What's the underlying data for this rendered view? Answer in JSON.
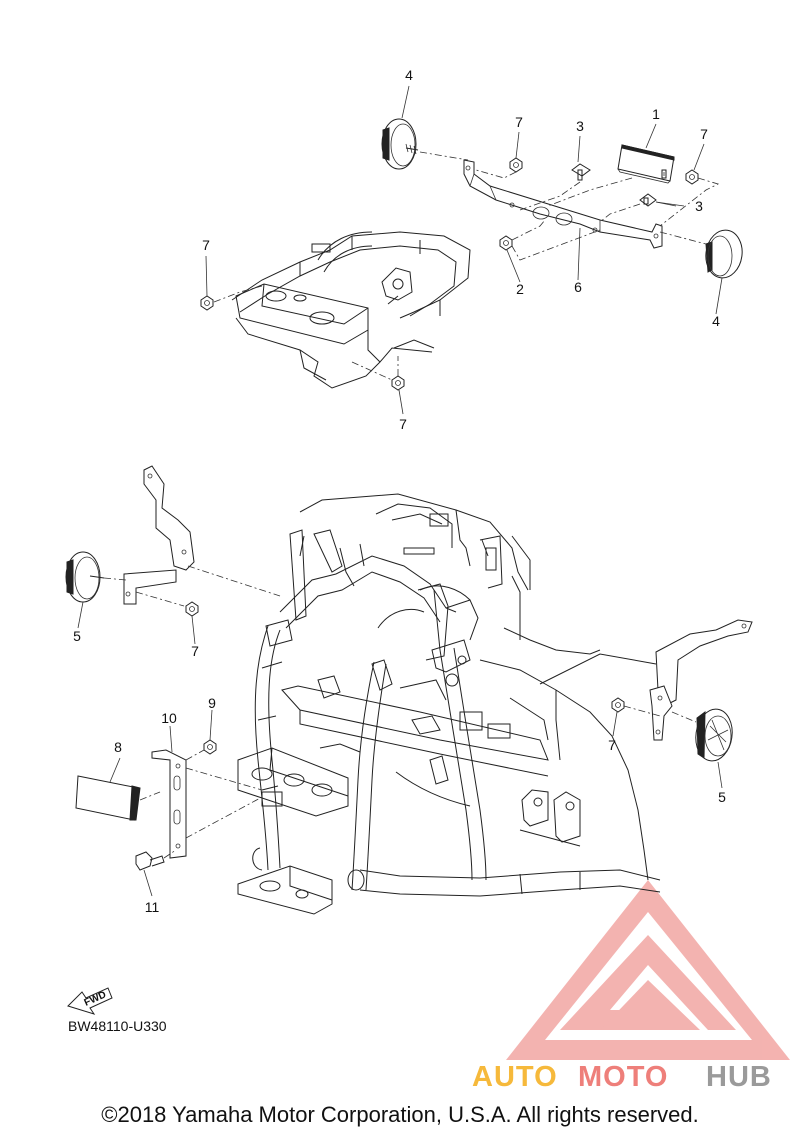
{
  "diagram": {
    "callouts": {
      "c1": "1",
      "c2": "2",
      "c3a": "3",
      "c3b": "3",
      "c4a": "4",
      "c4b": "4",
      "c5a": "5",
      "c5b": "5",
      "c6": "6",
      "c7a": "7",
      "c7b": "7",
      "c7c": "7",
      "c7d": "7",
      "c7e": "7",
      "c7f": "7",
      "c8": "8",
      "c9": "9",
      "c10": "10",
      "c11": "11"
    },
    "fwd_label": "FWD",
    "reference_code": "BW48110-U330"
  },
  "watermark": {
    "auto": "AUTO",
    "moto": "MOTO",
    "hub": "HUB",
    "colors": {
      "auto": "#f6b93b",
      "moto": "#ee7f7a",
      "hub": "#9a9a9a",
      "logo": "#ef8a86"
    }
  },
  "footer": {
    "copyright": "©2018 Yamaha Motor Corporation, U.S.A. All rights reserved."
  }
}
